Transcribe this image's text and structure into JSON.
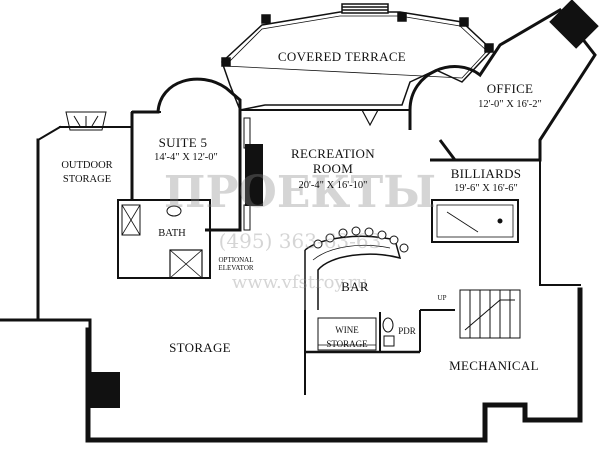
{
  "rooms": {
    "covered_terrace": {
      "name": "COVERED TERRACE"
    },
    "office": {
      "name": "OFFICE",
      "dims": "12'-0\" X 16'-2\""
    },
    "suite5": {
      "name": "SUITE 5",
      "dims": "14'-4\" X 12'-0\""
    },
    "recreation": {
      "name_line1": "RECREATION",
      "name_line2": "ROOM",
      "dims": "20'-4\" X 16'-10\""
    },
    "billiards": {
      "name": "BILLIARDS",
      "dims": "19'-6\" X 16'-6\""
    },
    "outdoor_storage": {
      "name_line1": "OUTDOOR",
      "name_line2": "STORAGE"
    },
    "bath": {
      "name": "BATH"
    },
    "elevator": {
      "line1": "OPTIONAL",
      "line2": "ELEVATOR"
    },
    "bar": {
      "name": "BAR"
    },
    "storage": {
      "name": "STORAGE"
    },
    "wine": {
      "line1": "WINE",
      "line2": "STORAGE"
    },
    "pdr": {
      "name": "PDR"
    },
    "mechanical": {
      "name": "MECHANICAL"
    },
    "stair": {
      "up_label": "UP"
    }
  },
  "watermark": {
    "logo": "ПРОЕКТЫ",
    "phone": "(495) 363-63-63",
    "url": "www.vfstroy.ru"
  },
  "colors": {
    "wall": "#111111",
    "background": "#ffffff",
    "watermark": "#8a8a8a"
  }
}
